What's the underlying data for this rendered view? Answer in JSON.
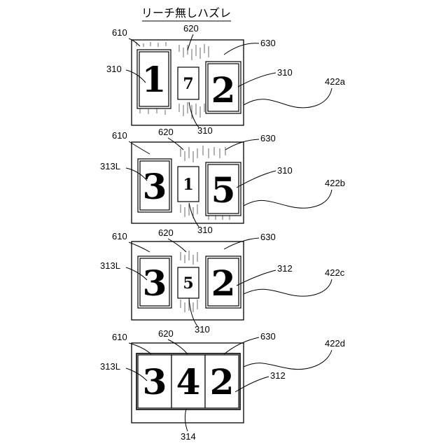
{
  "title": "リーチ無しハズレ",
  "panels": [
    {
      "id": "422a",
      "label": "422a",
      "left": {
        "value": "1",
        "label": "310"
      },
      "center": {
        "value": "7",
        "label": "310"
      },
      "right": {
        "value": "2",
        "label": "310"
      },
      "callouts": {
        "left_area": "610",
        "center_area": "620",
        "right_area": "630"
      }
    },
    {
      "id": "422b",
      "label": "422b",
      "left": {
        "value": "3",
        "label": "313L"
      },
      "center": {
        "value": "1",
        "label": "310"
      },
      "right": {
        "value": "5",
        "label": "310"
      },
      "callouts": {
        "left_area": "610",
        "center_area": "620",
        "right_area": "630"
      }
    },
    {
      "id": "422c",
      "label": "422c",
      "left": {
        "value": "3",
        "label": "313L"
      },
      "center": {
        "value": "5",
        "label": "310"
      },
      "right": {
        "value": "2",
        "label": "312"
      },
      "callouts": {
        "left_area": "610",
        "center_area": "620",
        "right_area": "630"
      }
    },
    {
      "id": "422d",
      "label": "422d",
      "left": {
        "value": "3",
        "label": "313L"
      },
      "center": {
        "value": "4",
        "label": "314"
      },
      "right": {
        "value": "2",
        "label": "312"
      },
      "callouts": {
        "left_area": "610",
        "center_area": "620",
        "right_area": "630"
      }
    }
  ]
}
